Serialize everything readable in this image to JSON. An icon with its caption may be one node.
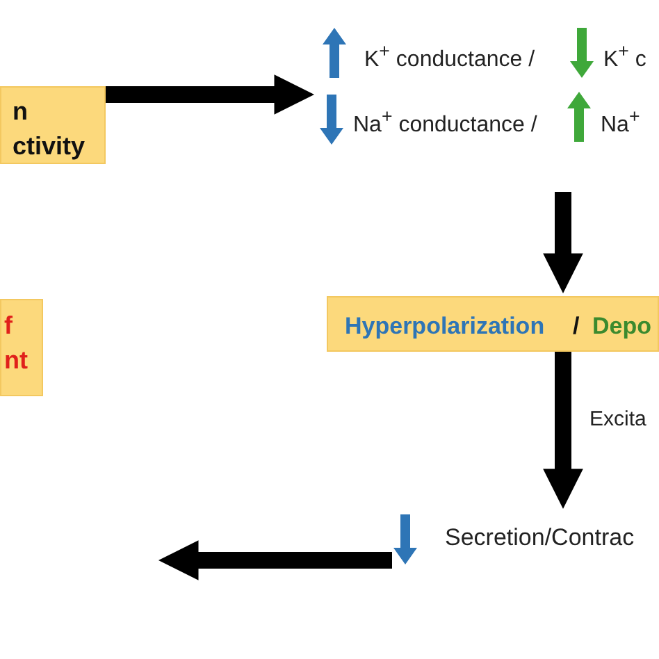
{
  "diagram": {
    "nodes": [
      {
        "text": [
          "n ctivity"
        ]
      },
      {
        "text": [
          "K$^{+}$ conductance /",
          "K$^{+}$ c",
          "Na$^{+}$ conductance /",
          "Na$^{+}$"
        ]
      },
      {
        "text": [
          "Hyperpolarization",
          "/",
          "Depo"
        ]
      },
      {
        "text": [
          "f nt"
        ]
      },
      {
        "text": [
          "Secretion/Contrac"
        ]
      }
    ],
    "edges": [
      {
        "from": 0,
        "to": 1,
        "arrow": "to"
      },
      {
        "from": 1,
        "to": 2,
        "arrow": "to"
      },
      {
        "from": 2,
        "to": 4,
        "arrow": "to",
        "label": "Excita"
      },
      {
        "from": 4,
        "to": null,
        "arrow": "to"
      }
    ]
  }
}
